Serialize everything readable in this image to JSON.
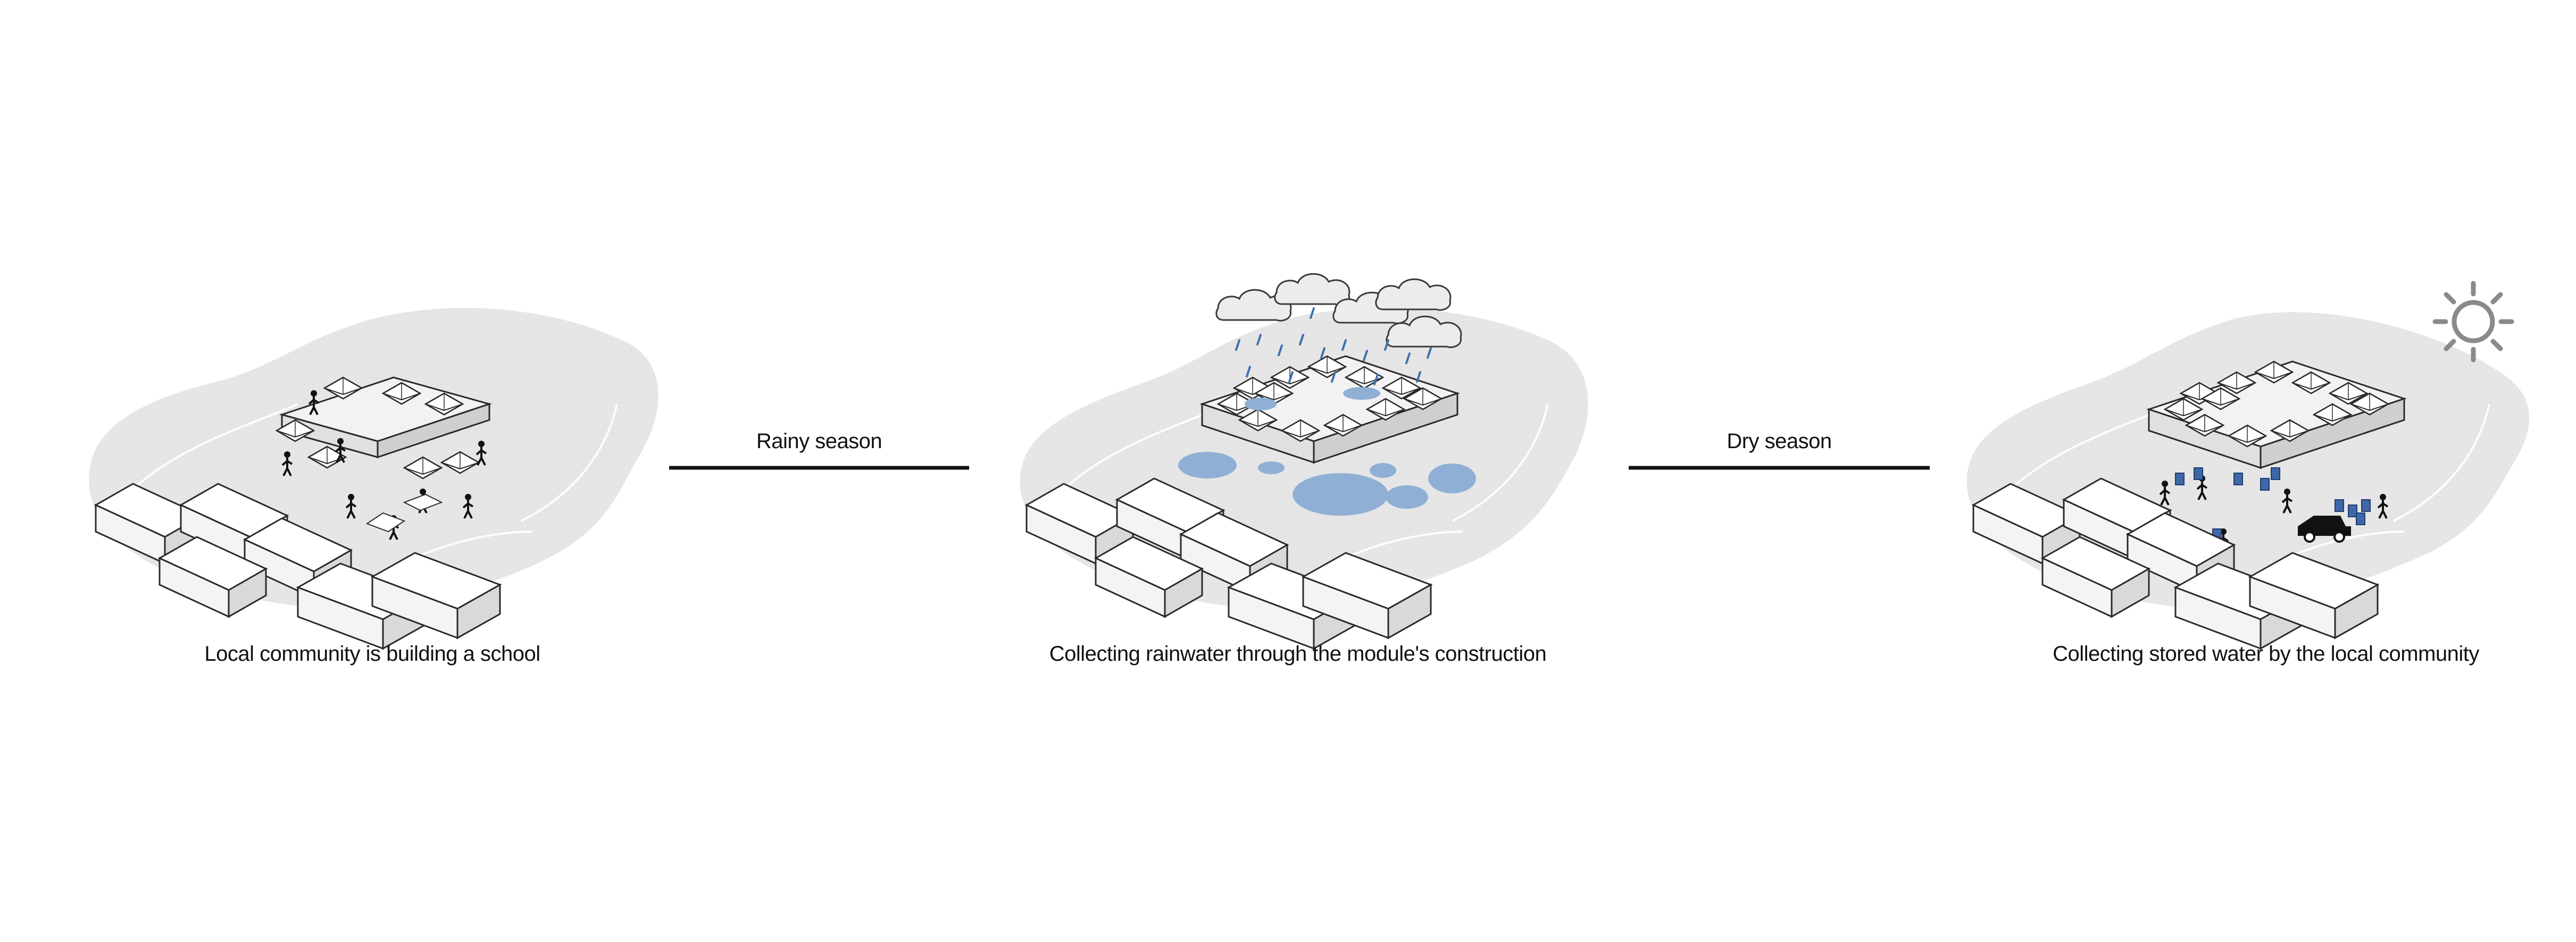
{
  "stages": [
    {
      "caption": "Local community is building a school"
    },
    {
      "caption": "Collecting rainwater through the module's construction"
    },
    {
      "caption": "Collecting stored water by the local community"
    }
  ],
  "transitions": [
    {
      "label": "Rainy season"
    },
    {
      "label": "Dry season"
    }
  ],
  "colors": {
    "terrain": "#e9e9e9",
    "water": "#8fb0d4",
    "rain": "#3f6fb0",
    "container": "#3e67a8",
    "sun": "#8a8a8a",
    "ink": "#1a1a1a"
  }
}
